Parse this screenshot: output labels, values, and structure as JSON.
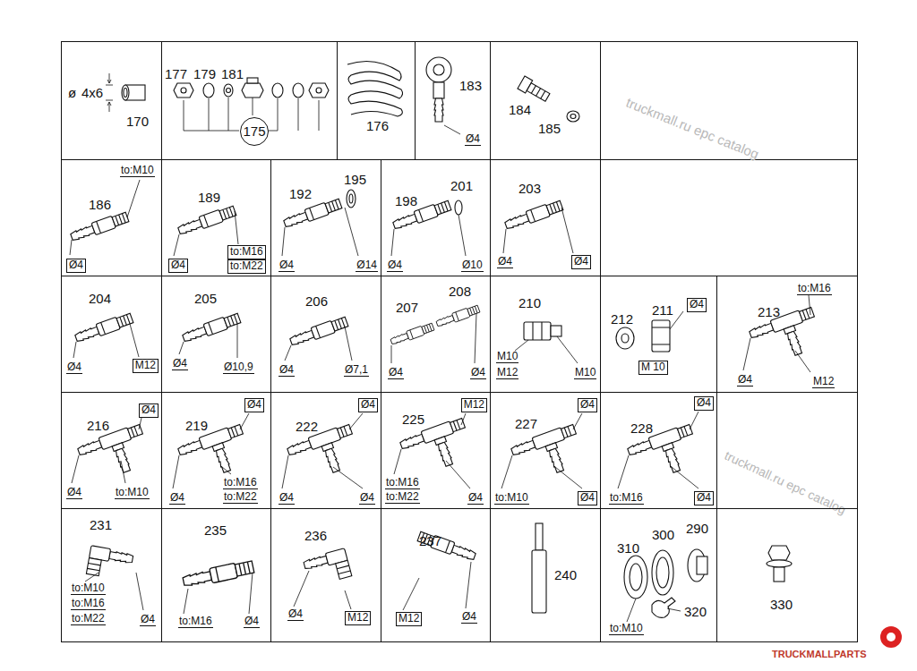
{
  "diagram": {
    "nodes": [
      {
        "text": [
          "ø",
          "4x6",
          "170"
        ]
      },
      {
        "text": [
          "177",
          "179",
          "181"
        ]
      },
      {
        "text": [
          "175"
        ],
        "in": 1
      },
      {
        "text": [
          "176"
        ]
      },
      {
        "text": [
          "183",
          "Ø4"
        ]
      },
      {
        "text": [
          "184",
          "185"
        ]
      },
      {
        "text": [
          "to:M10",
          "186",
          "Ø4"
        ]
      },
      {
        "text": [
          "189",
          "Ø4",
          "to:M16",
          "to:M22"
        ]
      },
      {
        "text": [
          "192",
          "195",
          "Ø4",
          "Ø14"
        ]
      },
      {
        "text": [
          "198",
          "201",
          "Ø4",
          "Ø10"
        ]
      },
      {
        "text": [
          "203",
          "Ø4",
          "Ø4"
        ]
      },
      {
        "text": [
          "204",
          "Ø4",
          "M12"
        ]
      },
      {
        "text": [
          "205",
          "Ø4",
          "Ø10,9"
        ]
      },
      {
        "text": [
          "206",
          "Ø4",
          "Ø7,1"
        ]
      },
      {
        "text": [
          "207",
          "208",
          "Ø4",
          "Ø4"
        ]
      },
      {
        "text": [
          "210",
          "M10",
          "M12",
          "M10"
        ]
      },
      {
        "text": [
          "212",
          "211",
          "Ø4",
          "M 10"
        ]
      },
      {
        "text": [
          "to:M16",
          "213",
          "Ø4",
          "M12"
        ]
      },
      {
        "text": [
          "216",
          "Ø4",
          "Ø4",
          "to:M10"
        ]
      },
      {
        "text": [
          "219",
          "Ø4",
          "Ø4",
          "to:M16",
          "to:M22"
        ]
      },
      {
        "text": [
          "222",
          "Ø4",
          "Ø4",
          "Ø4"
        ]
      },
      {
        "text": [
          "225",
          "M12",
          "to:M16",
          "to:M22",
          "Ø4"
        ]
      },
      {
        "text": [
          "227",
          "Ø4",
          "to:M10",
          "Ø4"
        ]
      },
      {
        "text": [
          "228",
          "Ø4",
          "to:M16",
          "Ø4"
        ]
      },
      {
        "text": [
          "231",
          "to:M10",
          "to:M16",
          "to:M22",
          "Ø4"
        ]
      },
      {
        "text": [
          "235",
          "to:M16",
          "Ø4"
        ]
      },
      {
        "text": [
          "236",
          "Ø4",
          "M12"
        ]
      },
      {
        "text": [
          "237",
          "M12",
          "Ø4"
        ]
      },
      {
        "text": [
          "240"
        ]
      },
      {
        "text": [
          "310",
          "300",
          "290",
          "320",
          "to:M10"
        ]
      },
      {
        "text": [
          "330"
        ]
      }
    ],
    "labels": [
      "truckmall.ru epc catalog",
      "truckmall.ru epc catalog",
      "TRUCKMALLPARTS"
    ]
  }
}
